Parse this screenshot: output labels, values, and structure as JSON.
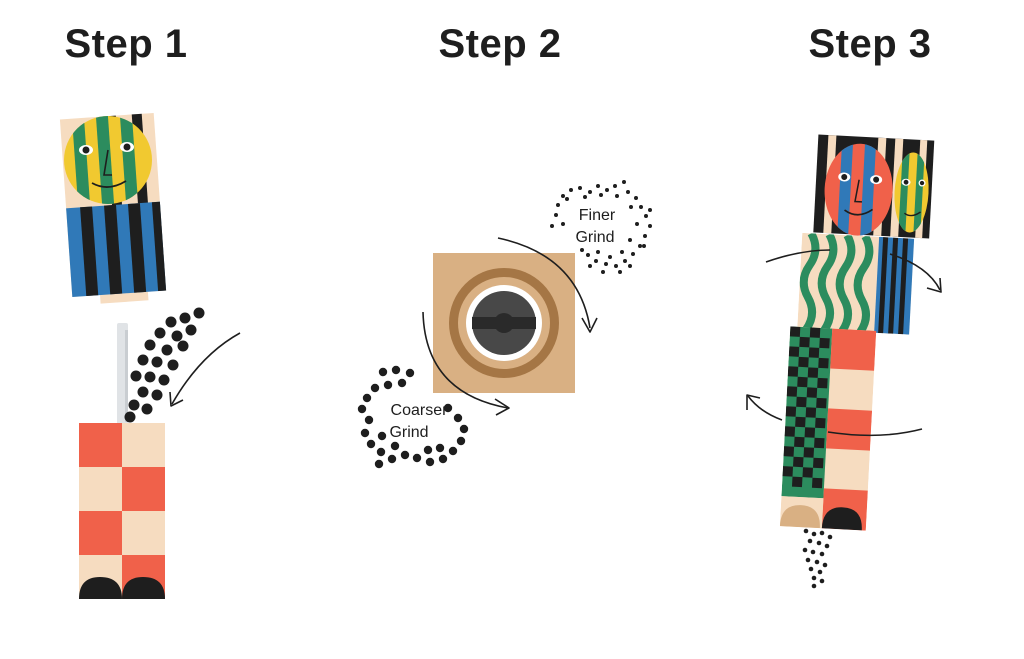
{
  "steps": [
    {
      "title": "Step 1"
    },
    {
      "title": "Step 2"
    },
    {
      "title": "Step 3"
    }
  ],
  "grind_labels": {
    "finer": [
      "Finer",
      "Grind"
    ],
    "coarser": [
      "Coarser",
      "Grind"
    ]
  },
  "palette": {
    "ink": "#1e1e1e",
    "cream": "#f6dcc0",
    "tomato": "#f0614a",
    "blue": "#3079b8",
    "green": "#2c8c5e",
    "yellow": "#f1c930",
    "tan": "#d9b083",
    "brown": "#a57645",
    "steel": "#e0e3e6",
    "charcoal": "#484848"
  }
}
